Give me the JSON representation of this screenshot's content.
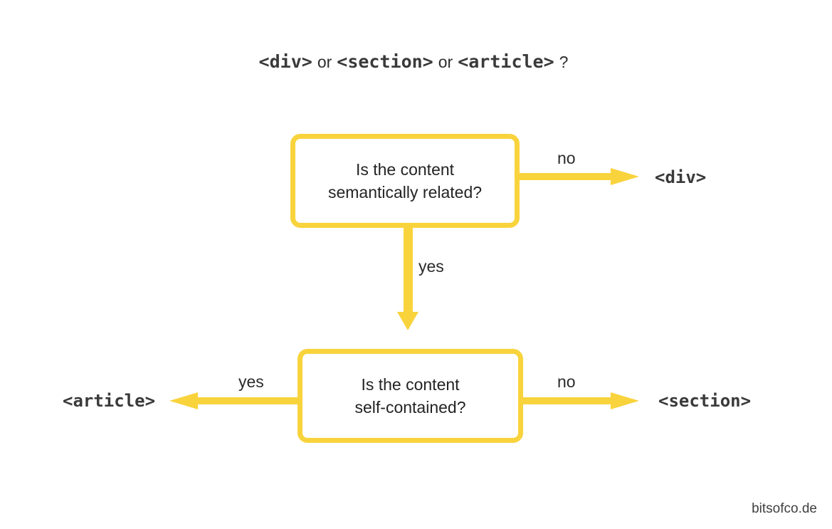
{
  "colors": {
    "accent": "#F8D33C",
    "text_dark": "#3A3A3A"
  },
  "title": {
    "div_code": "<div>",
    "or1": "or",
    "section_code": "<section>",
    "or2": "or",
    "article_code": "<article>",
    "question_mark": "?"
  },
  "flowchart": {
    "node1": {
      "question": "Is the content\nsemantically related?",
      "no_label": "no",
      "yes_label": "yes",
      "no_result": "<div>"
    },
    "node2": {
      "question": "Is the content\nself-contained?",
      "yes_label": "yes",
      "no_label": "no",
      "yes_result": "<article>",
      "no_result": "<section>"
    }
  },
  "footer": {
    "credit": "bitsofco.de"
  }
}
